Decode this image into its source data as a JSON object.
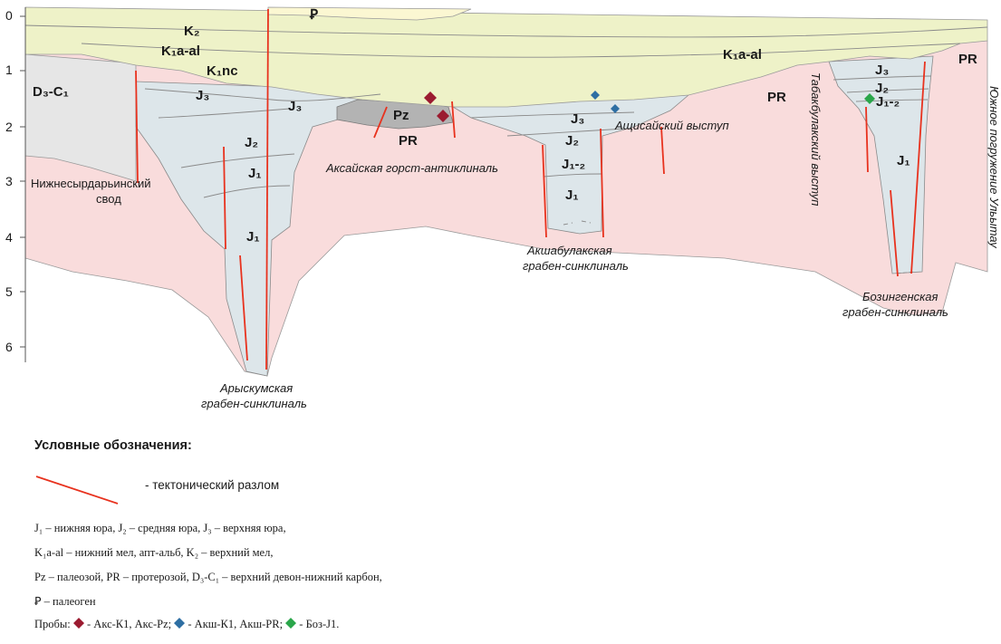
{
  "depth_axis": {
    "ticks": [
      "0",
      "1",
      "2",
      "3",
      "4",
      "5",
      "6"
    ]
  },
  "units": {
    "k2": "K₂",
    "pal": "Ꝑ",
    "k1aal_left": "K₁a-al",
    "k1aal_right": "K₁a-al",
    "k1nc": "K₁nc",
    "d3c1": "D₃-C₁",
    "j3_a": "J₃",
    "j3_b": "J₃",
    "j2_a": "J₂",
    "j1_a": "J₁",
    "j1_b": "J₁",
    "pz": "Pz",
    "pr_a": "PR",
    "j3_c": "J₃",
    "j2_c": "J₂",
    "j12_c": "J₁-₂",
    "j1_c": "J₁",
    "pr_b": "PR",
    "pr_c": "PR",
    "j3_d": "J₃",
    "j2_d": "J₂",
    "j12_d": "J₁-₂",
    "j1_d": "J₁"
  },
  "structures": {
    "nizhne_1": "Нижнесырдарьинский",
    "nizhne_2": "свод",
    "aksai": "Аксайская горст-антиклиналь",
    "ashisai": "Ащисайский выступ",
    "akshabulak_1": "Акшабулакская",
    "akshabulak_2": "грабен-синклиналь",
    "aryskum_1": "Арыскумская",
    "aryskum_2": "грабен-синклиналь",
    "tabakbulak": "Табакбулакский выступ",
    "bozingen_1": "Бозингенская",
    "bozingen_2": "грабен-синклиналь",
    "ultau": "Южное погружение Ульытау"
  },
  "legend": {
    "title": "Условные обозначения:",
    "fault": "- тектонический разлом",
    "line1": "J₁ – нижняя юра, J₂ – средняя юра, J₃ – верхняя юра,",
    "line2": "K₁a-al – нижний мел, апт-альб, K₂ – верхний мел,",
    "line3": "Pz – палеозой, PR – протерозой, D₃-C₁ – верхний девон-нижний карбон,",
    "line4": "Ꝑ – палеоген",
    "samples_prefix": "Пробы:",
    "samples_red": "- Акс-К1, Акс-Pz;",
    "samples_blue": "- Акш-К1, Акш-PR;",
    "samples_green": "- Боз-J1."
  },
  "colors": {
    "cretaceous": "#eef2c8",
    "paleogene": "#fbf7d2",
    "jurassic": "#dde6ea",
    "proterozoic": "#f9dcdc",
    "devonian": "#e6e6e6",
    "paleozoic": "#b3b3b3",
    "fault": "#e8321e",
    "sample_red": "#9b1b30",
    "sample_blue": "#2e6fa3",
    "sample_green": "#2aa64a"
  }
}
